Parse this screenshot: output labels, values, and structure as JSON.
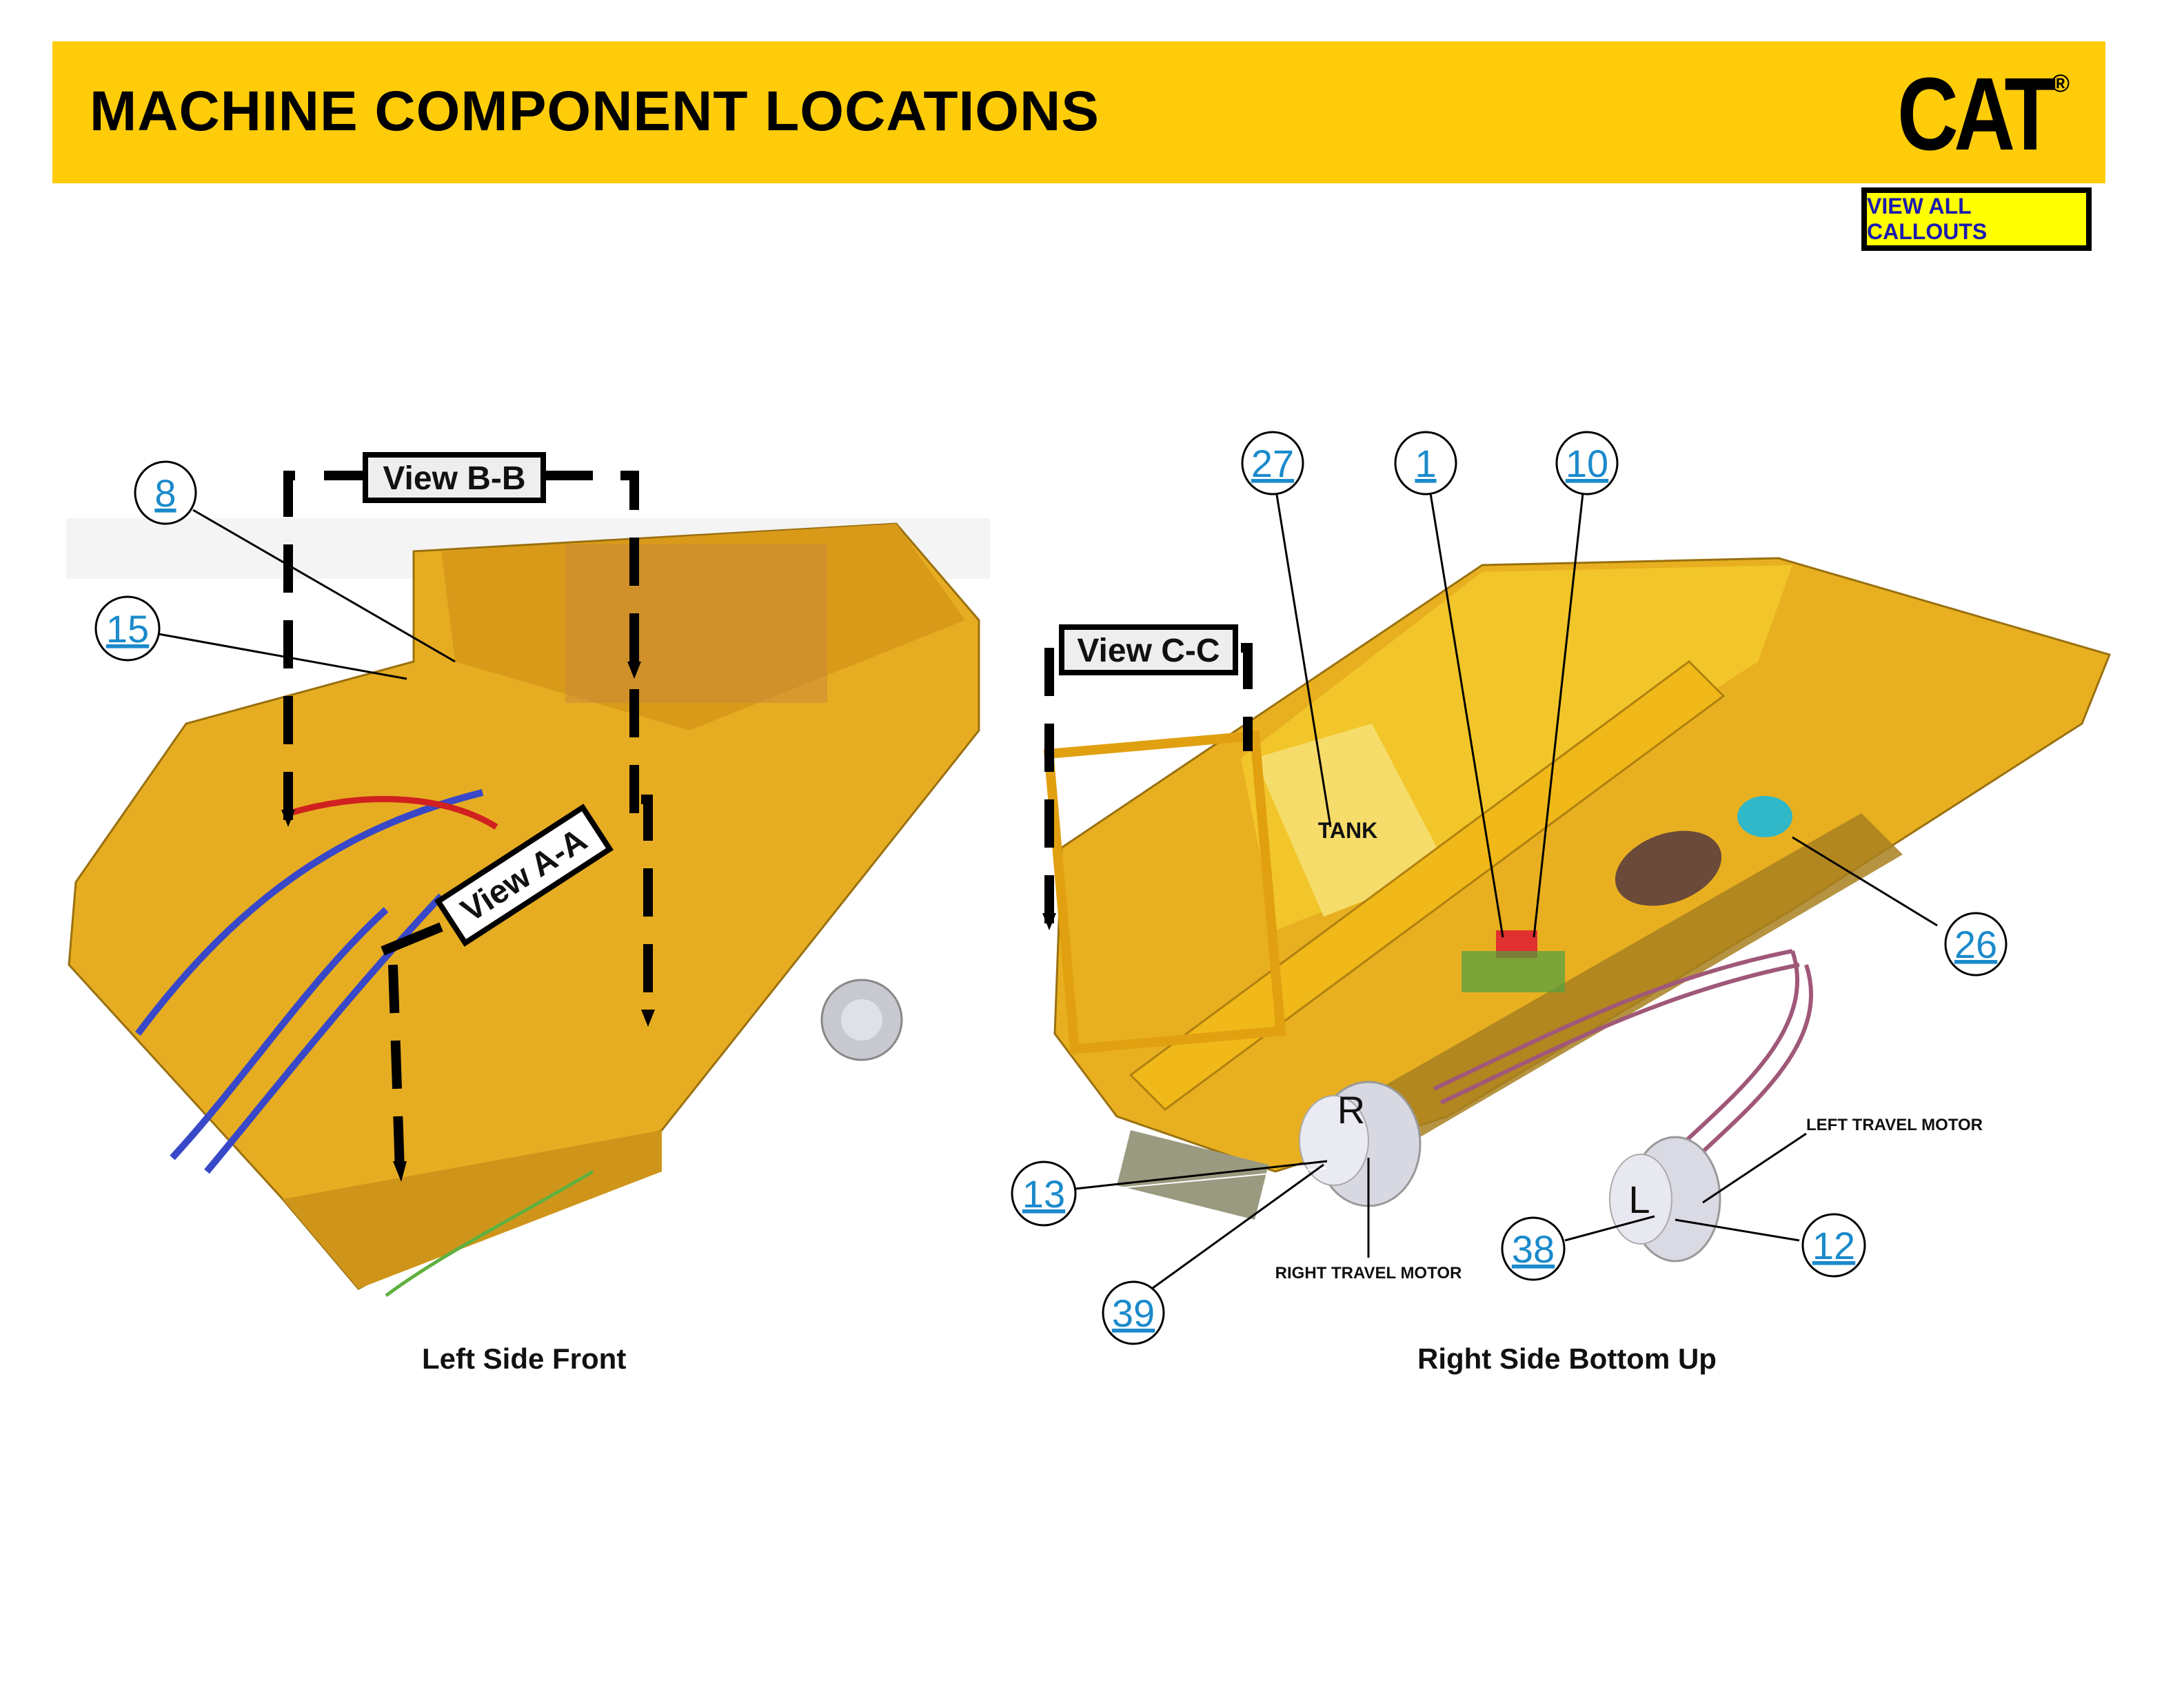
{
  "header": {
    "title": "MACHINE COMPONENT LOCATIONS",
    "logo_text": "CAT",
    "logo_reg": "®",
    "brand_color": "#ffcc0a"
  },
  "toolbar": {
    "view_all_callouts_label": "VIEW ALL CALLOUTS"
  },
  "left_view": {
    "caption": "Left Side Front",
    "section_views": [
      "View B-B",
      "View A-A"
    ],
    "callouts": [
      "8",
      "15"
    ]
  },
  "right_view": {
    "caption": "Right Side Bottom Up",
    "section_views": [
      "View C-C"
    ],
    "labels": {
      "tank": "TANK",
      "right_motor_letter": "R",
      "left_motor_letter": "L",
      "right_travel_motor": "RIGHT TRAVEL MOTOR",
      "left_travel_motor": "LEFT TRAVEL MOTOR"
    },
    "callouts": [
      "27",
      "1",
      "10",
      "26",
      "13",
      "39",
      "38",
      "12"
    ]
  },
  "colors": {
    "callout_text": "#1a8acb",
    "button_bg": "#ffff00",
    "button_text": "#1a1ab0",
    "machine_yellow": "#e8b020"
  }
}
